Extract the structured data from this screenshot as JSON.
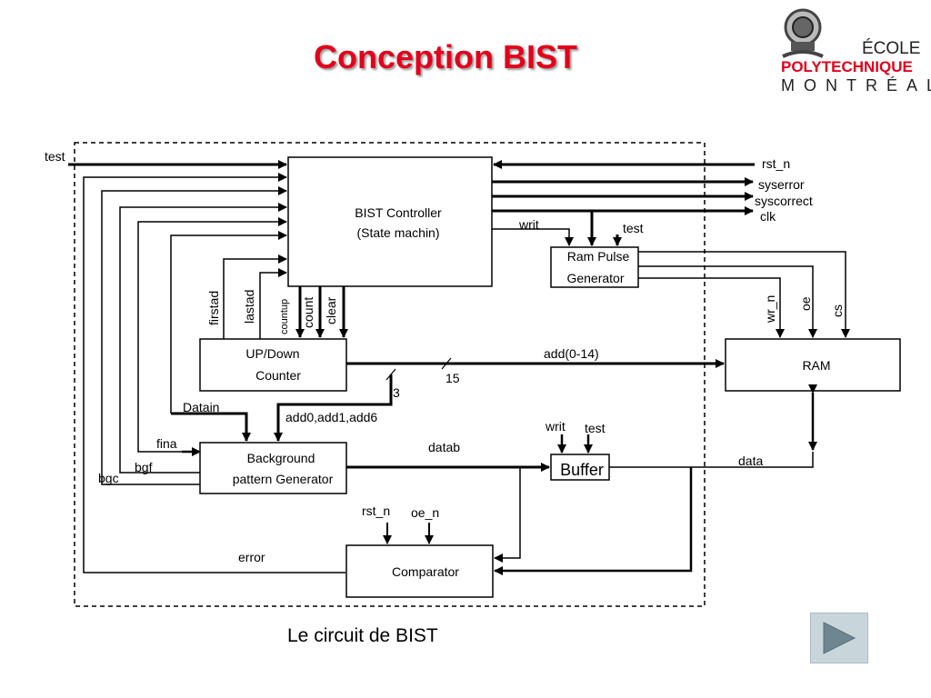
{
  "slide": {
    "title": "Conception BIST",
    "caption": "Le circuit de BIST"
  },
  "logo": {
    "line1": "ÉCOLE",
    "line2": "POLYTECHNIQUE",
    "line3": "MONTRÉAL"
  },
  "diagram": {
    "blocks": {
      "controller_line1": "BIST Controller",
      "controller_line2": "(State machin)",
      "ram_pulse_line1": "Ram Pulse",
      "ram_pulse_line2": "Generator",
      "counter_line1": "UP/Down",
      "counter_line2": "Counter",
      "ram": "RAM",
      "bg_line1": "Background",
      "bg_line2": "pattern Generator",
      "buffer": "Buffer",
      "comparator": "Comparator"
    },
    "signals": {
      "test_in": "test",
      "rst_n": "rst_n",
      "syserror": "syserror",
      "syscorrect": "syscorrect",
      "clk": "clk",
      "writ_ctrl": "writ",
      "test_pulse": "test",
      "wr_n": "wr_n",
      "oe": "oe",
      "cs": "cs",
      "firstad": "firstad",
      "lastad": "lastad",
      "countup": "countup",
      "count": "count",
      "clear": "clear",
      "addr_bus": "add(0-14)",
      "bus_width_15": "15",
      "bus_width_3": "3",
      "add_bits": "add0,add1,add6",
      "datain": "Datain",
      "fina": "fina",
      "bgf": "bgf",
      "bgc": "bgc",
      "datab": "datab",
      "writ_buf": "writ",
      "test_buf": "test",
      "data": "data",
      "rst_n_cmp": "rst_n",
      "oe_n": "oe_n",
      "error": "error"
    }
  },
  "navigation": {
    "next_icon": "play-triangle-icon"
  },
  "colors": {
    "title": "#e3001b",
    "logo_red": "#e3001b",
    "button_bg": "#c8d6dc",
    "button_icon": "#6e8690"
  }
}
